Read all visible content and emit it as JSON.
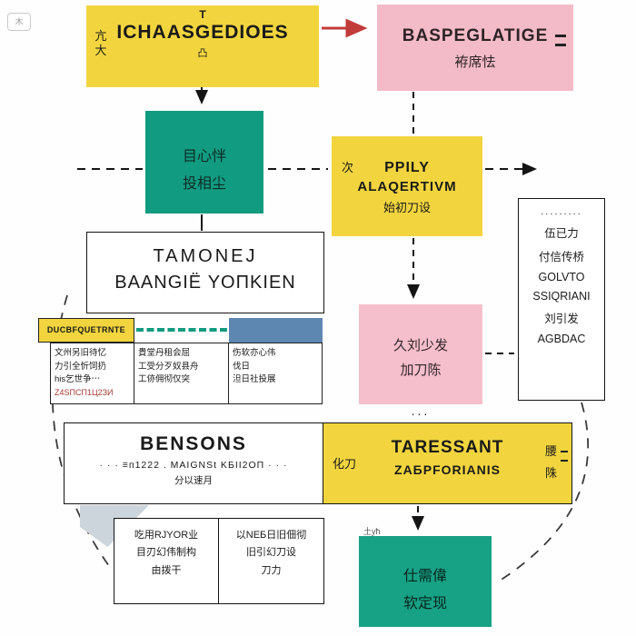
{
  "colors": {
    "yellow": "#F2D53E",
    "pink": "#F3BBC7",
    "teal": "#119B80",
    "blue": "#5D87B0",
    "arrow_red": "#C23B3B",
    "line_black": "#1a1a1a",
    "gray_wedge": "#ccd4dc"
  },
  "corner_icon": {
    "glyph": "木"
  },
  "nodes": {
    "ichaasgedioes": {
      "tag": "T",
      "title": "ICHAASGEDIOES",
      "side": "亢大",
      "foot": "凸"
    },
    "baspeglatige": {
      "title": "BASPEGLATIGE",
      "subtitle": "袸席怯"
    },
    "teal_mid": {
      "line1": "目心怑",
      "line2": "投相尘"
    },
    "ppily": {
      "side": "次",
      "line1": "PPILY",
      "line2": "ALAQERTIVM",
      "line3": "始初刀设"
    },
    "right_panel": {
      "dots": ".........",
      "lines": [
        "伍已力",
        "付信传桥",
        "GOLVTO",
        "SSIQRIANI",
        "刘引发",
        "AGBDAC"
      ]
    },
    "tamonej": {
      "line1": "TAMONEJ",
      "line2": "BAANGIЁ YOΠKIEN"
    },
    "ducb": {
      "header": "DUCBFQUETRNTE",
      "col1": [
        "文州另旧待忆",
        "力引全忻饲扔",
        "his乞世争⋯",
        "Z4SПCП1Ц2ЗИ"
      ],
      "col2": [
        "貴堂丹租会屈",
        "工受分歹奴县舟",
        "工㑊佣彻仅突"
      ],
      "col3": [
        "伤软亦心伟",
        "伐日",
        "泹日社投展"
      ]
    },
    "pink_mid": {
      "line1": "久刘少发",
      "line2": "加刀陈",
      "dots": "..."
    },
    "bensons": {
      "title": "BENSONS",
      "subtitle": "· · · ≡п1222 . MAIGNSt KБII2OП · · ·",
      "note": "分以速月"
    },
    "taressant": {
      "side": "化刀",
      "line1": "TARESSANT",
      "line2": "ZAБPFORIANIS",
      "right_top": "腰",
      "right_bottom": "陎"
    },
    "bottom_left": {
      "col1": [
        "吃用RJYOR业",
        "目刃幻伟制构",
        "由拨干"
      ],
      "col2": [
        "以NEБ日旧佃彻",
        "旧引幻刀设",
        "刀力"
      ]
    },
    "teal_bottom": {
      "tag": "土ућ",
      "line1": "仕需偉",
      "line2": "软定现"
    }
  }
}
